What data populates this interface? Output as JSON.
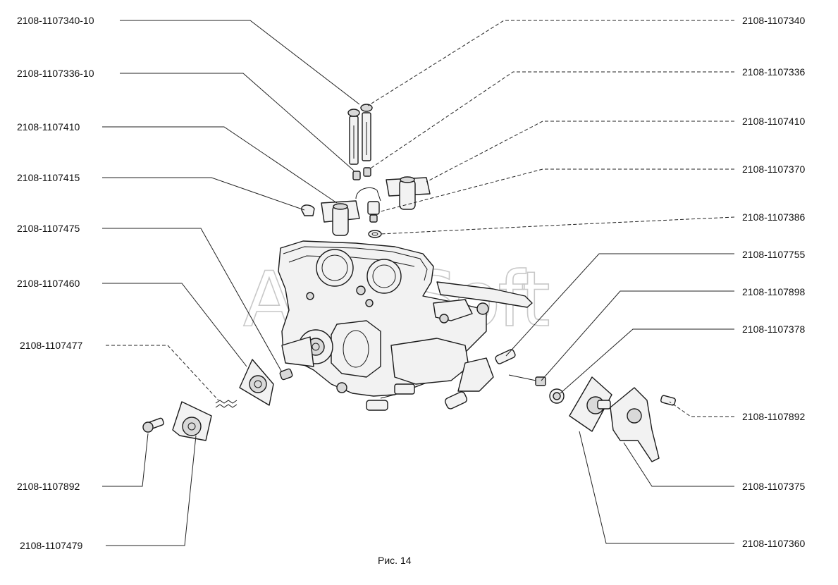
{
  "figure": {
    "caption": "Рис. 14",
    "watermark": "AutoSoft"
  },
  "callouts": {
    "left": [
      {
        "id": "l1",
        "text": "2108-1107340-10"
      },
      {
        "id": "l2",
        "text": "2108-1107336-10"
      },
      {
        "id": "l3",
        "text": "2108-1107410"
      },
      {
        "id": "l4",
        "text": "2108-1107415"
      },
      {
        "id": "l5",
        "text": "2108-1107475"
      },
      {
        "id": "l6",
        "text": "2108-1107460"
      },
      {
        "id": "l7",
        "text": "2108-1107477"
      },
      {
        "id": "l8",
        "text": "2108-1107892"
      },
      {
        "id": "l9",
        "text": "2108-1107479"
      }
    ],
    "right": [
      {
        "id": "r1",
        "text": "2108-1107340"
      },
      {
        "id": "r2",
        "text": "2108-1107336"
      },
      {
        "id": "r3",
        "text": "2108-1107410"
      },
      {
        "id": "r4",
        "text": "2108-1107370"
      },
      {
        "id": "r5",
        "text": "2108-1107386"
      },
      {
        "id": "r6",
        "text": "2108-1107755"
      },
      {
        "id": "r7",
        "text": "2108-1107898"
      },
      {
        "id": "r8",
        "text": "2108-1107378"
      },
      {
        "id": "r9",
        "text": "2108-1107892"
      },
      {
        "id": "r10",
        "text": "2108-1107375"
      },
      {
        "id": "r11",
        "text": "2108-1107360"
      }
    ]
  }
}
